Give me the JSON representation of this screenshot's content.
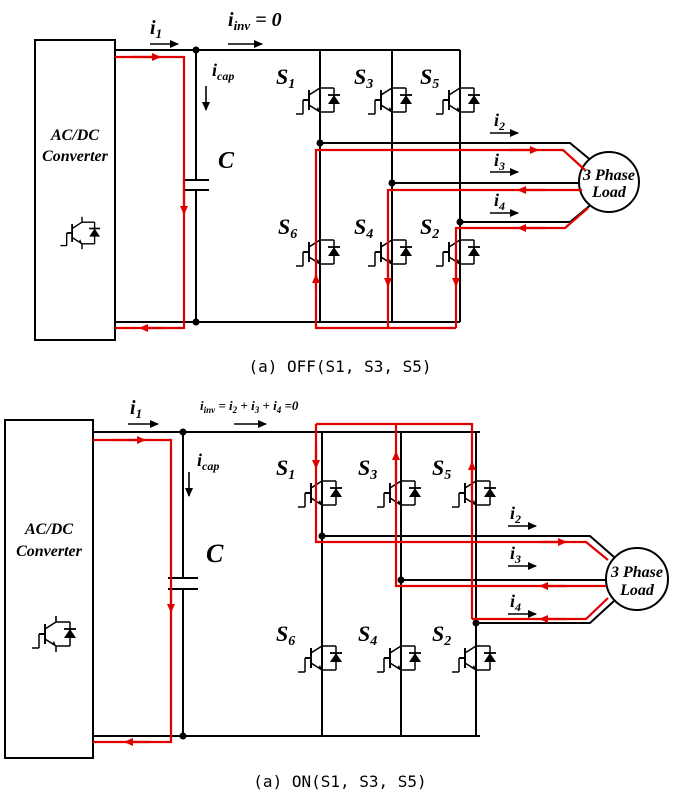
{
  "colors": {
    "wire": "#000000",
    "current_path": "#e10000",
    "background": "#ffffff"
  },
  "panel_top": {
    "converter_line1": "AC/DC",
    "converter_line2": "Converter",
    "i1": "i",
    "i1_sub": "1",
    "iinv_main": "i",
    "iinv_sub": "inv",
    "iinv_value": " = 0",
    "icap_main": "i",
    "icap_sub": "cap",
    "cap_label": "C",
    "s1": "S",
    "s1_sub": "1",
    "s3": "S",
    "s3_sub": "3",
    "s5": "S",
    "s5_sub": "5",
    "s6": "S",
    "s6_sub": "6",
    "s4": "S",
    "s4_sub": "4",
    "s2": "S",
    "s2_sub": "2",
    "i2": "i",
    "i2_sub": "2",
    "i3": "i",
    "i3_sub": "3",
    "i4": "i",
    "i4_sub": "4",
    "load_line1": "3 Phase",
    "load_line2": "Load",
    "caption": "(a) OFF(S1, S3, S5)"
  },
  "panel_bottom": {
    "converter_line1": "AC/DC",
    "converter_line2": "Converter",
    "i1": "i",
    "i1_sub": "1",
    "iinv_main": "i",
    "iinv_sub": "inv",
    "iinv_eq": " = i",
    "iinv_t2": "2",
    "iinv_plus1": " + i",
    "iinv_t3": "3",
    "iinv_plus2": " + i",
    "iinv_t4": "4",
    "iinv_end": " =0",
    "icap_main": "i",
    "icap_sub": "cap",
    "cap_label": "C",
    "s1": "S",
    "s1_sub": "1",
    "s3": "S",
    "s3_sub": "3",
    "s5": "S",
    "s5_sub": "5",
    "s6": "S",
    "s6_sub": "6",
    "s4": "S",
    "s4_sub": "4",
    "s2": "S",
    "s2_sub": "2",
    "i2": "i",
    "i2_sub": "2",
    "i3": "i",
    "i3_sub": "3",
    "i4": "i",
    "i4_sub": "4",
    "load_line1": "3 Phase",
    "load_line2": "Load",
    "caption": "(a) ON(S1, S3, S5)"
  }
}
